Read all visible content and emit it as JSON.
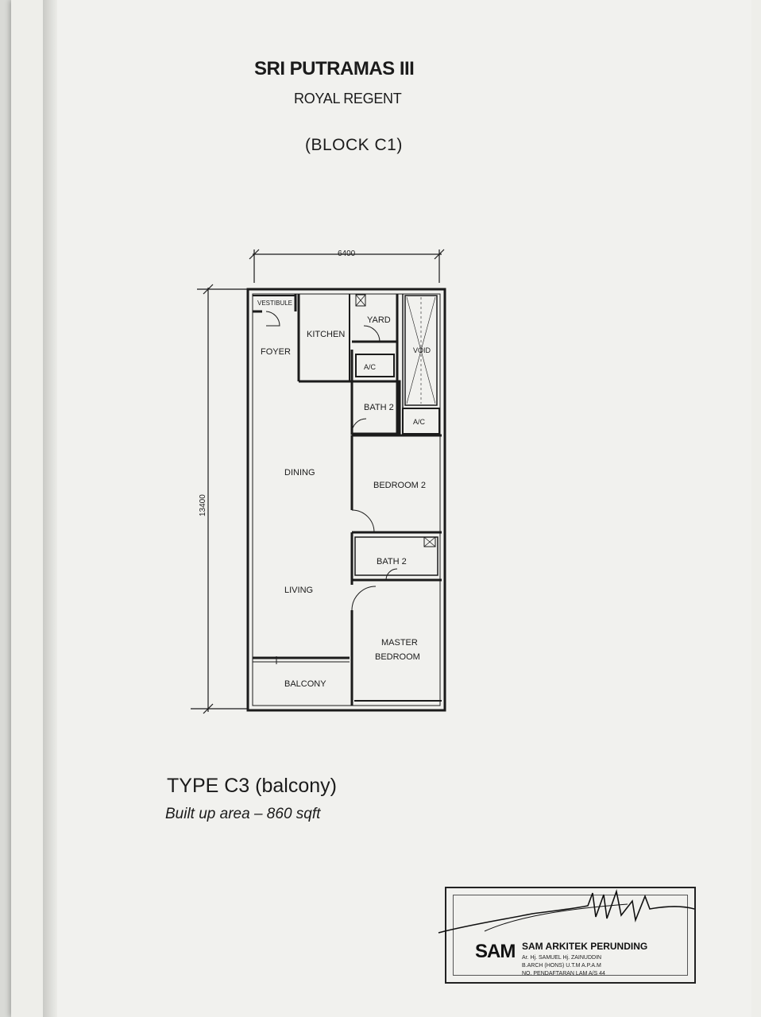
{
  "document": {
    "title": "SRI PUTRAMAS III",
    "subtitle": "ROYAL REGENT",
    "block": "(BLOCK C1)",
    "type_label": "TYPE C3 (balcony)",
    "built_up_area": "Built up area – 860 sqft"
  },
  "floor_plan": {
    "width_dimension": "6400",
    "height_dimension": "13400",
    "rooms": {
      "vestibule": "VESTIBULE",
      "foyer": "FOYER",
      "kitchen": "KITCHEN",
      "yard": "YARD",
      "void": "VOID",
      "ac_top": "A/C",
      "ac_mid": "A/C",
      "bath_2_top": "BATH 2",
      "dining": "DINING",
      "bedroom_2": "BEDROOM 2",
      "bath_2_bottom": "BATH 2",
      "living": "LIVING",
      "master_bedroom_line1": "MASTER",
      "master_bedroom_line2": "BEDROOM",
      "balcony": "BALCONY"
    }
  },
  "stamp": {
    "logo": "SAM",
    "firm_name": "SAM ARKITEK PERUNDING",
    "line1": "Ar. Hj. SAMUEL Hj. ZAINUDDIN",
    "line2": "B.ARCH (HONS) U.T.M   A.P.A.M",
    "line3": "NO. PENDAFTARAN LAM A/S 44"
  },
  "colors": {
    "paper": "#f1f1ee",
    "ink": "#1b1b1b",
    "background_green": "#3f7f77"
  }
}
